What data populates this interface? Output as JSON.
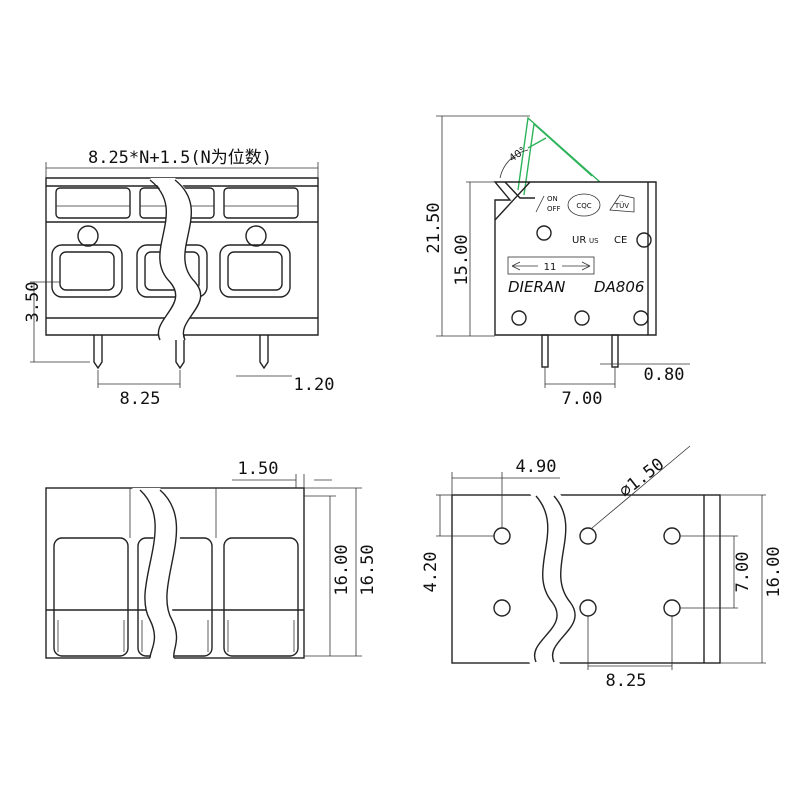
{
  "top_left": {
    "pitch_formula": "8.25*N+1.5(N为位数)",
    "height": "3.50",
    "pitch": "8.25",
    "pin": "1.20"
  },
  "top_right": {
    "angle": "40°",
    "total_height": "21.50",
    "body_height": "15.00",
    "pin_spacing": "7.00",
    "pin_width": "0.80",
    "markings": {
      "on": "ON",
      "off": "OFF",
      "cqc": "CQC",
      "tuv": "TÜV",
      "ce": "CE",
      "ur": "UR",
      "us": "US",
      "arrow_label": "11",
      "brand": "DIERAN",
      "model": "DA806"
    }
  },
  "bottom_left": {
    "wall": "1.50",
    "inner_height": "16.00",
    "outer_height": "16.50"
  },
  "bottom_right": {
    "offset": "4.90",
    "hole_diameter": "∅1.50",
    "row_offset": "4.20",
    "row_spacing": "7.00",
    "height": "16.00",
    "pitch": "8.25"
  }
}
